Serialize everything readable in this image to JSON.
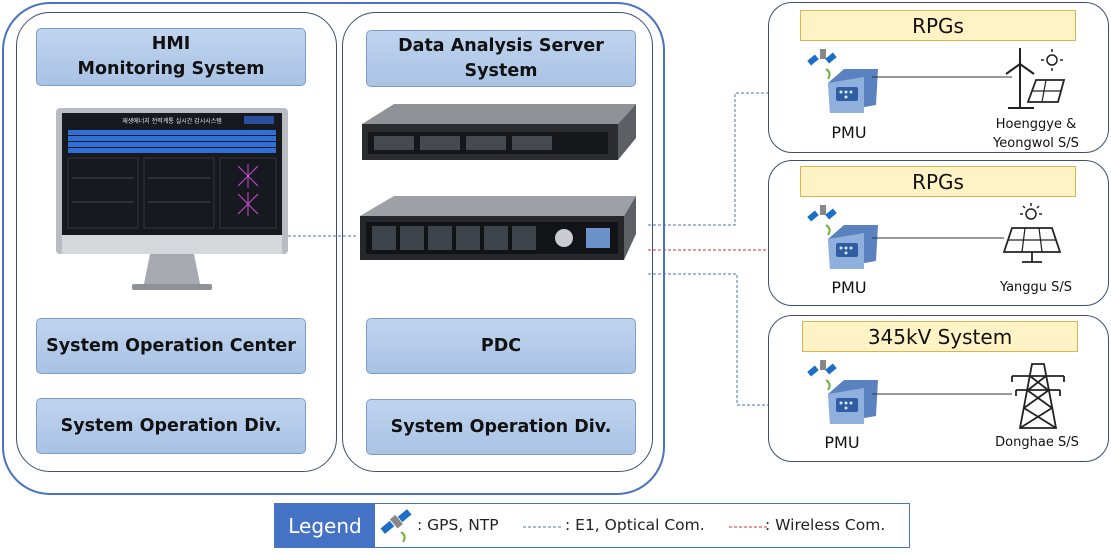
{
  "left_column": {
    "title": "HMI\nMonitoring System",
    "box2": "System Operation Center",
    "box3": "System Operation Div.",
    "screen_header": "재생에너지 전력계통 실시간 감시시스템"
  },
  "middle_column": {
    "title": "Data Analysis Server\nSystem",
    "box2": "PDC",
    "box3": "System Operation Div."
  },
  "sites": [
    {
      "tag": "RPGs",
      "device": "PMU",
      "station": "Hoenggye &\nYeongwol S/S"
    },
    {
      "tag": "RPGs",
      "device": "PMU",
      "station": "Yanggu S/S"
    },
    {
      "tag": "345kV System",
      "device": "PMU",
      "station": "Donghae S/S"
    }
  ],
  "legend": {
    "title": "Legend",
    "gps": ": GPS, NTP",
    "e1": ": E1, Optical Com.",
    "wireless": ": Wireless Com."
  },
  "colors": {
    "frame_blue": "#4a72c4",
    "box_blue": "#b4cbea",
    "tag_yellow": "#fff2c4",
    "e1_line": "#4a72c4",
    "wireless_line": "#e03030"
  },
  "icons": [
    "monitor-icon",
    "server-icon",
    "satellite-icon",
    "pmu-device-icon",
    "wind-turbine-icon",
    "solar-panel-icon",
    "sun-icon",
    "transmission-tower-icon"
  ]
}
